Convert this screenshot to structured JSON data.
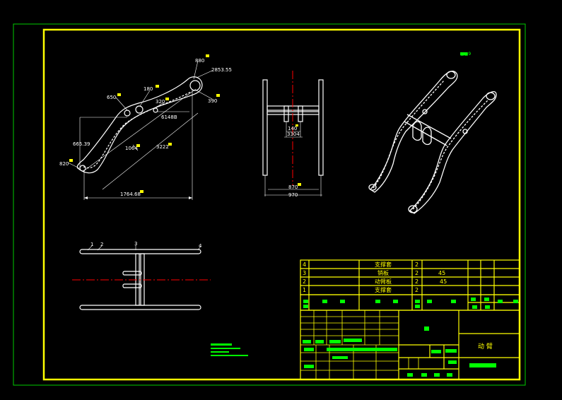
{
  "colors": {
    "background": "#000000",
    "sheet_border": "#ffff00",
    "outer_frame": "#00cc00",
    "geometry": "#ffffff",
    "center_line": "#ff0000",
    "marker": "#00ff00"
  },
  "side_view": {
    "dims": {
      "top_small": "880",
      "r_end": "2853.55",
      "r650": "650",
      "r180": "180",
      "r320": "320",
      "r300": "390",
      "d6148": "6148B",
      "height": "665.39",
      "d3222": "3222",
      "d1064": "1064",
      "left_r": "820",
      "bottom": "1764.68"
    }
  },
  "front_view": {
    "dims": {
      "inner_a": "140",
      "inner_b": "3304",
      "width_a": "870",
      "width_b": "970"
    }
  },
  "top_view": {
    "balloons": [
      "1",
      "2",
      "3",
      "4"
    ]
  },
  "iso_view": {
    "label": "■■9"
  },
  "bom": {
    "rows": [
      {
        "no": "4",
        "name": "支撑套",
        "qty": "2",
        "material": ""
      },
      {
        "no": "3",
        "name": "销板",
        "qty": "2",
        "material": "45"
      },
      {
        "no": "2",
        "name": "动臂板",
        "qty": "2",
        "material": "45"
      }
    ],
    "row1_no": "1",
    "row1_name": "支撑套",
    "row1_qty": "2"
  },
  "title_block": {
    "title": "动 臂"
  }
}
